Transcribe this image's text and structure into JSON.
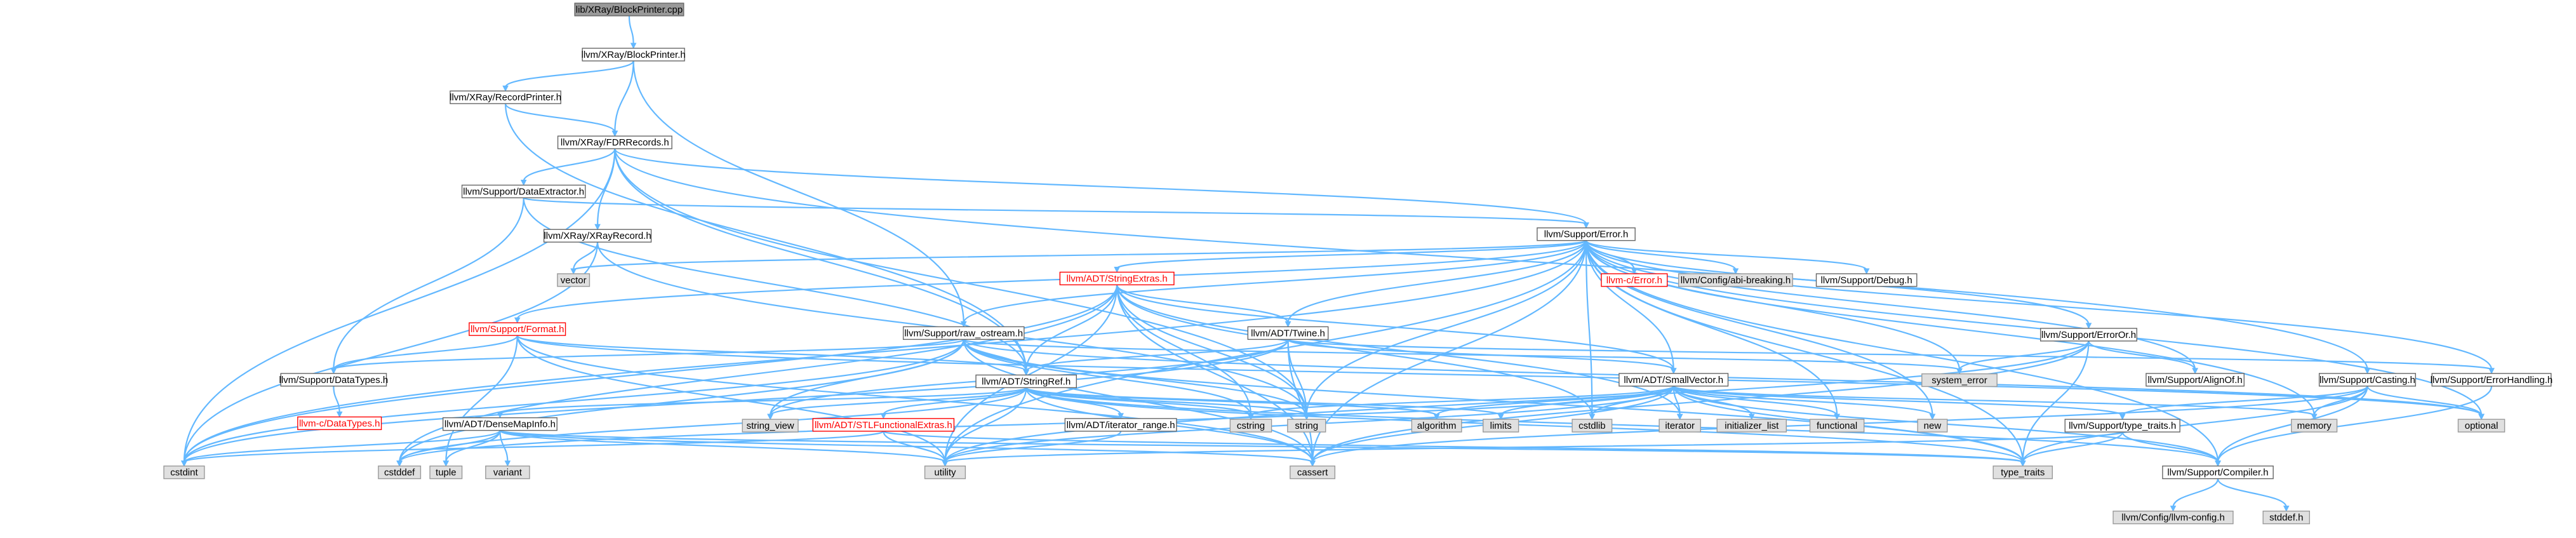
{
  "colors": {
    "edge": "#63b8ff",
    "root_fill": "#999999",
    "box_border": "#666666",
    "system_fill": "#e0e0e0",
    "red_text": "#ff0000"
  },
  "nodes": [
    {
      "id": "root",
      "label": "lib/XRay/BlockPrinter.cpp",
      "kind": "root"
    },
    {
      "id": "blockprinter_h",
      "label": "llvm/XRay/BlockPrinter.h",
      "kind": "normal"
    },
    {
      "id": "recordprinter_h",
      "label": "llvm/XRay/RecordPrinter.h",
      "kind": "normal"
    },
    {
      "id": "fdrrecords_h",
      "label": "llvm/XRay/FDRRecords.h",
      "kind": "normal"
    },
    {
      "id": "dataextractor_h",
      "label": "llvm/Support/DataExtractor.h",
      "kind": "normal"
    },
    {
      "id": "xrayrecord_h",
      "label": "llvm/XRay/XRayRecord.h",
      "kind": "normal"
    },
    {
      "id": "error_h",
      "label": "llvm/Support/Error.h",
      "kind": "normal"
    },
    {
      "id": "vector",
      "label": "vector",
      "kind": "sys"
    },
    {
      "id": "stringextras_h",
      "label": "llvm/ADT/StringExtras.h",
      "kind": "red"
    },
    {
      "id": "c_error_h",
      "label": "llvm-c/Error.h",
      "kind": "red"
    },
    {
      "id": "abi_breaking_h",
      "label": "llvm/Config/abi-breaking.h",
      "kind": "sys"
    },
    {
      "id": "debug_h",
      "label": "llvm/Support/Debug.h",
      "kind": "normal"
    },
    {
      "id": "format_h",
      "label": "llvm/Support/Format.h",
      "kind": "red"
    },
    {
      "id": "raw_ostream_h",
      "label": "llvm/Support/raw_ostream.h",
      "kind": "normal"
    },
    {
      "id": "twine_h",
      "label": "llvm/ADT/Twine.h",
      "kind": "normal"
    },
    {
      "id": "erroror_h",
      "label": "llvm/Support/ErrorOr.h",
      "kind": "normal"
    },
    {
      "id": "datatypes_h",
      "label": "llvm/Support/DataTypes.h",
      "kind": "normal"
    },
    {
      "id": "c_datatypes_h",
      "label": "llvm-c/DataTypes.h",
      "kind": "red"
    },
    {
      "id": "stringref_h",
      "label": "llvm/ADT/StringRef.h",
      "kind": "normal"
    },
    {
      "id": "smallvector_h",
      "label": "llvm/ADT/SmallVector.h",
      "kind": "normal"
    },
    {
      "id": "system_error",
      "label": "system_error",
      "kind": "sys"
    },
    {
      "id": "alignof_h",
      "label": "llvm/Support/AlignOf.h",
      "kind": "normal"
    },
    {
      "id": "casting_h",
      "label": "llvm/Support/Casting.h",
      "kind": "normal"
    },
    {
      "id": "errorhandling_h",
      "label": "llvm/Support/ErrorHandling.h",
      "kind": "normal"
    },
    {
      "id": "densemapinfo_h",
      "label": "llvm/ADT/DenseMapInfo.h",
      "kind": "normal"
    },
    {
      "id": "string_view",
      "label": "string_view",
      "kind": "sys"
    },
    {
      "id": "stlfunctionalextras_h",
      "label": "llvm/ADT/STLFunctionalExtras.h",
      "kind": "red"
    },
    {
      "id": "iterator_range_h",
      "label": "llvm/ADT/iterator_range.h",
      "kind": "normal"
    },
    {
      "id": "cstring",
      "label": "cstring",
      "kind": "sys"
    },
    {
      "id": "string",
      "label": "string",
      "kind": "sys"
    },
    {
      "id": "algorithm",
      "label": "algorithm",
      "kind": "sys"
    },
    {
      "id": "limits",
      "label": "limits",
      "kind": "sys"
    },
    {
      "id": "cstdlib",
      "label": "cstdlib",
      "kind": "sys"
    },
    {
      "id": "iterator",
      "label": "iterator",
      "kind": "sys"
    },
    {
      "id": "initializer_list",
      "label": "initializer_list",
      "kind": "sys"
    },
    {
      "id": "functional",
      "label": "functional",
      "kind": "sys"
    },
    {
      "id": "new",
      "label": "new",
      "kind": "sys"
    },
    {
      "id": "type_traits_h",
      "label": "llvm/Support/type_traits.h",
      "kind": "normal"
    },
    {
      "id": "memory",
      "label": "memory",
      "kind": "sys"
    },
    {
      "id": "optional",
      "label": "optional",
      "kind": "sys"
    },
    {
      "id": "cstdint",
      "label": "cstdint",
      "kind": "sys"
    },
    {
      "id": "cstddef",
      "label": "cstddef",
      "kind": "sys"
    },
    {
      "id": "tuple",
      "label": "tuple",
      "kind": "sys"
    },
    {
      "id": "variant",
      "label": "variant",
      "kind": "sys"
    },
    {
      "id": "utility",
      "label": "utility",
      "kind": "sys"
    },
    {
      "id": "cassert",
      "label": "cassert",
      "kind": "sys"
    },
    {
      "id": "type_traits",
      "label": "type_traits",
      "kind": "sys"
    },
    {
      "id": "compiler_h",
      "label": "llvm/Support/Compiler.h",
      "kind": "normal"
    },
    {
      "id": "llvm_config_h",
      "label": "llvm/Config/llvm-config.h",
      "kind": "sys"
    },
    {
      "id": "stddef_h",
      "label": "stddef.h",
      "kind": "sys"
    }
  ],
  "edges": [
    [
      "root",
      "blockprinter_h"
    ],
    [
      "blockprinter_h",
      "recordprinter_h"
    ],
    [
      "blockprinter_h",
      "fdrrecords_h"
    ],
    [
      "blockprinter_h",
      "raw_ostream_h"
    ],
    [
      "recordprinter_h",
      "fdrrecords_h"
    ],
    [
      "recordprinter_h",
      "stringref_h"
    ],
    [
      "fdrrecords_h",
      "dataextractor_h"
    ],
    [
      "fdrrecords_h",
      "xrayrecord_h"
    ],
    [
      "fdrrecords_h",
      "error_h"
    ],
    [
      "fdrrecords_h",
      "cstdint"
    ],
    [
      "fdrrecords_h",
      "string"
    ],
    [
      "fdrrecords_h",
      "casting_h"
    ],
    [
      "fdrrecords_h",
      "stringref_h"
    ],
    [
      "dataextractor_h",
      "error_h"
    ],
    [
      "dataextractor_h",
      "datatypes_h"
    ],
    [
      "dataextractor_h",
      "stringref_h"
    ],
    [
      "xrayrecord_h",
      "vector"
    ],
    [
      "xrayrecord_h",
      "cstdint"
    ],
    [
      "xrayrecord_h",
      "string"
    ],
    [
      "error_h",
      "c_error_h"
    ],
    [
      "error_h",
      "abi_breaking_h"
    ],
    [
      "error_h",
      "debug_h"
    ],
    [
      "error_h",
      "stringextras_h"
    ],
    [
      "error_h",
      "twine_h"
    ],
    [
      "error_h",
      "smallvector_h"
    ],
    [
      "error_h",
      "erroror_h"
    ],
    [
      "error_h",
      "format_h"
    ],
    [
      "error_h",
      "raw_ostream_h"
    ],
    [
      "error_h",
      "alignof_h"
    ],
    [
      "error_h",
      "errorhandling_h"
    ],
    [
      "error_h",
      "compiler_h"
    ],
    [
      "error_h",
      "system_error"
    ],
    [
      "error_h",
      "cassert"
    ],
    [
      "error_h",
      "cstdint"
    ],
    [
      "error_h",
      "cstdlib"
    ],
    [
      "error_h",
      "functional"
    ],
    [
      "error_h",
      "memory"
    ],
    [
      "error_h",
      "new"
    ],
    [
      "error_h",
      "optional"
    ],
    [
      "error_h",
      "string"
    ],
    [
      "error_h",
      "type_traits"
    ],
    [
      "error_h",
      "utility"
    ],
    [
      "error_h",
      "vector"
    ],
    [
      "stringextras_h",
      "stringref_h"
    ],
    [
      "stringextras_h",
      "twine_h"
    ],
    [
      "stringextras_h",
      "smallvector_h"
    ],
    [
      "stringextras_h",
      "cassert"
    ],
    [
      "stringextras_h",
      "cstddef"
    ],
    [
      "stringextras_h",
      "cstdint"
    ],
    [
      "stringextras_h",
      "cstdlib"
    ],
    [
      "stringextras_h",
      "cstring"
    ],
    [
      "stringextras_h",
      "iterator"
    ],
    [
      "stringextras_h",
      "string"
    ],
    [
      "stringextras_h",
      "utility"
    ],
    [
      "format_h",
      "stringref_h"
    ],
    [
      "format_h",
      "datatypes_h"
    ],
    [
      "format_h",
      "cassert"
    ],
    [
      "format_h",
      "cstdio"
    ],
    [
      "format_h",
      "optional"
    ],
    [
      "format_h",
      "tuple"
    ],
    [
      "format_h",
      "utility"
    ],
    [
      "raw_ostream_h",
      "stringref_h"
    ],
    [
      "raw_ostream_h",
      "datatypes_h"
    ],
    [
      "raw_ostream_h",
      "cassert"
    ],
    [
      "raw_ostream_h",
      "cstddef"
    ],
    [
      "raw_ostream_h",
      "cstdint"
    ],
    [
      "raw_ostream_h",
      "cstring"
    ],
    [
      "raw_ostream_h",
      "optional"
    ],
    [
      "raw_ostream_h",
      "string"
    ],
    [
      "raw_ostream_h",
      "string_view"
    ],
    [
      "raw_ostream_h",
      "system_error"
    ],
    [
      "raw_ostream_h",
      "type_traits"
    ],
    [
      "twine_h",
      "smallvector_h"
    ],
    [
      "twine_h",
      "stringref_h"
    ],
    [
      "twine_h",
      "errorhandling_h"
    ],
    [
      "twine_h",
      "cassert"
    ],
    [
      "twine_h",
      "cstdint"
    ],
    [
      "twine_h",
      "string"
    ],
    [
      "twine_h",
      "string_view"
    ],
    [
      "erroror_h",
      "alignof_h"
    ],
    [
      "erroror_h",
      "cassert"
    ],
    [
      "erroror_h",
      "system_error"
    ],
    [
      "erroror_h",
      "type_traits"
    ],
    [
      "erroror_h",
      "utility"
    ],
    [
      "datatypes_h",
      "c_datatypes_h"
    ],
    [
      "stringref_h",
      "densemapinfo_h"
    ],
    [
      "stringref_h",
      "stlfunctionalextras_h"
    ],
    [
      "stringref_h",
      "iterator_range_h"
    ],
    [
      "stringref_h",
      "compiler_h"
    ],
    [
      "stringref_h",
      "algorithm"
    ],
    [
      "stringref_h",
      "cassert"
    ],
    [
      "stringref_h",
      "cstddef"
    ],
    [
      "stringref_h",
      "cstring"
    ],
    [
      "stringref_h",
      "limits"
    ],
    [
      "stringref_h",
      "string"
    ],
    [
      "stringref_h",
      "string_view"
    ],
    [
      "stringref_h",
      "type_traits"
    ],
    [
      "stringref_h",
      "utility"
    ],
    [
      "smallvector_h",
      "compiler_h"
    ],
    [
      "smallvector_h",
      "type_traits_h"
    ],
    [
      "smallvector_h",
      "algorithm"
    ],
    [
      "smallvector_h",
      "cassert"
    ],
    [
      "smallvector_h",
      "cstddef"
    ],
    [
      "smallvector_h",
      "cstdlib"
    ],
    [
      "smallvector_h",
      "cstring"
    ],
    [
      "smallvector_h",
      "functional"
    ],
    [
      "smallvector_h",
      "initializer_list"
    ],
    [
      "smallvector_h",
      "iterator"
    ],
    [
      "smallvector_h",
      "limits"
    ],
    [
      "smallvector_h",
      "memory"
    ],
    [
      "smallvector_h",
      "new"
    ],
    [
      "smallvector_h",
      "type_traits"
    ],
    [
      "smallvector_h",
      "utility"
    ],
    [
      "casting_h",
      "compiler_h"
    ],
    [
      "casting_h",
      "type_traits_h"
    ],
    [
      "casting_h",
      "cassert"
    ],
    [
      "casting_h",
      "memory"
    ],
    [
      "casting_h",
      "optional"
    ],
    [
      "casting_h",
      "type_traits"
    ],
    [
      "errorhandling_h",
      "compiler_h"
    ],
    [
      "densemapinfo_h",
      "cassert"
    ],
    [
      "densemapinfo_h",
      "cstddef"
    ],
    [
      "densemapinfo_h",
      "cstdint"
    ],
    [
      "densemapinfo_h",
      "tuple"
    ],
    [
      "densemapinfo_h",
      "type_traits"
    ],
    [
      "densemapinfo_h",
      "utility"
    ],
    [
      "densemapinfo_h",
      "variant"
    ],
    [
      "stlfunctionalextras_h",
      "type_traits"
    ],
    [
      "stlfunctionalextras_h",
      "utility"
    ],
    [
      "stlfunctionalextras_h",
      "cstdint"
    ],
    [
      "iterator_range_h",
      "utility"
    ],
    [
      "type_traits_h",
      "compiler_h"
    ],
    [
      "type_traits_h",
      "type_traits"
    ],
    [
      "type_traits_h",
      "utility"
    ],
    [
      "compiler_h",
      "llvm_config_h"
    ],
    [
      "compiler_h",
      "stddef_h"
    ]
  ]
}
